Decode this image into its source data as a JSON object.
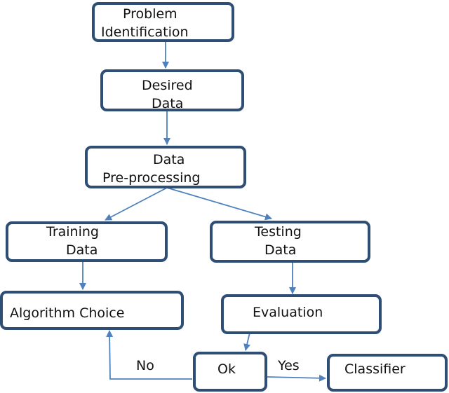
{
  "nodes": {
    "problem": [
      "Problem",
      "Identification"
    ],
    "desired": [
      "Desired",
      "Data"
    ],
    "preprocessing": [
      "Data",
      "Pre-processing"
    ],
    "training": [
      "Training",
      "Data"
    ],
    "testing": [
      "Testing",
      "Data"
    ],
    "algorithm": "Algorithm Choice",
    "evaluation": "Evaluation",
    "ok": "Ok",
    "classifier": "Classifier"
  },
  "edge_labels": {
    "no": "No",
    "yes": "Yes"
  },
  "colors": {
    "box_border": "#2f4e75",
    "arrow": "#4f81bd"
  }
}
